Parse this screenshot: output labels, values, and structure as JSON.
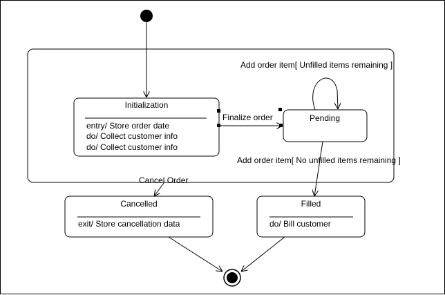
{
  "states": {
    "initialization": {
      "name": "Initialization",
      "actions": [
        "entry/ Store order date",
        "do/ Collect customer info",
        "do/ Collect customer info"
      ]
    },
    "pending": {
      "name": "Pending"
    },
    "cancelled": {
      "name": "Cancelled",
      "actions": [
        "exit/ Store cancellation data"
      ]
    },
    "filled": {
      "name": "Filled",
      "actions": [
        "do/ Bill customer"
      ]
    }
  },
  "transitions": {
    "finalize": "Finalize order",
    "self_loop": "Add order item[ Unfilled items remaining  ]",
    "to_filled": "Add order item[ No unfilled items remaining  ]",
    "cancel": "Cancel Order"
  }
}
